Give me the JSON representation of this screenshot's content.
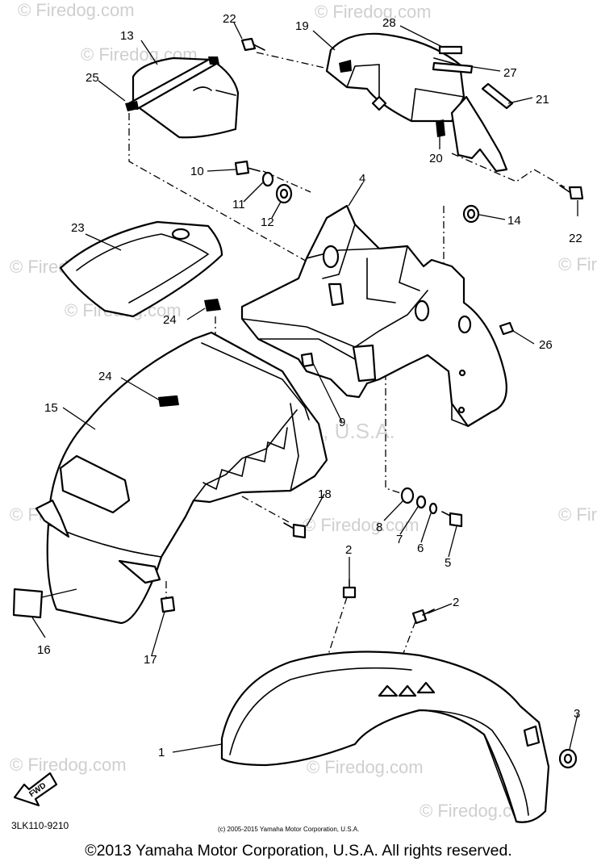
{
  "watermarks": {
    "site": "© Firedog.com",
    "corp": "Yamaha Motor Corp, U.S.A."
  },
  "callouts": [
    "1",
    "2",
    "3",
    "4",
    "5",
    "6",
    "7",
    "8",
    "9",
    "10",
    "11",
    "12",
    "13",
    "14",
    "15",
    "16",
    "17",
    "18",
    "19",
    "20",
    "21",
    "22",
    "23",
    "24",
    "25",
    "26",
    "27",
    "28"
  ],
  "labels": {
    "diagram_code": "3LK110-9210",
    "small_copyright": "(c) 2005-2015 Yamaha Motor Corporation, U.S.A.",
    "fwd": "FWD"
  },
  "footer": {
    "copyright": "©2013 Yamaha Motor Corporation, U.S.A. All rights reserved."
  }
}
